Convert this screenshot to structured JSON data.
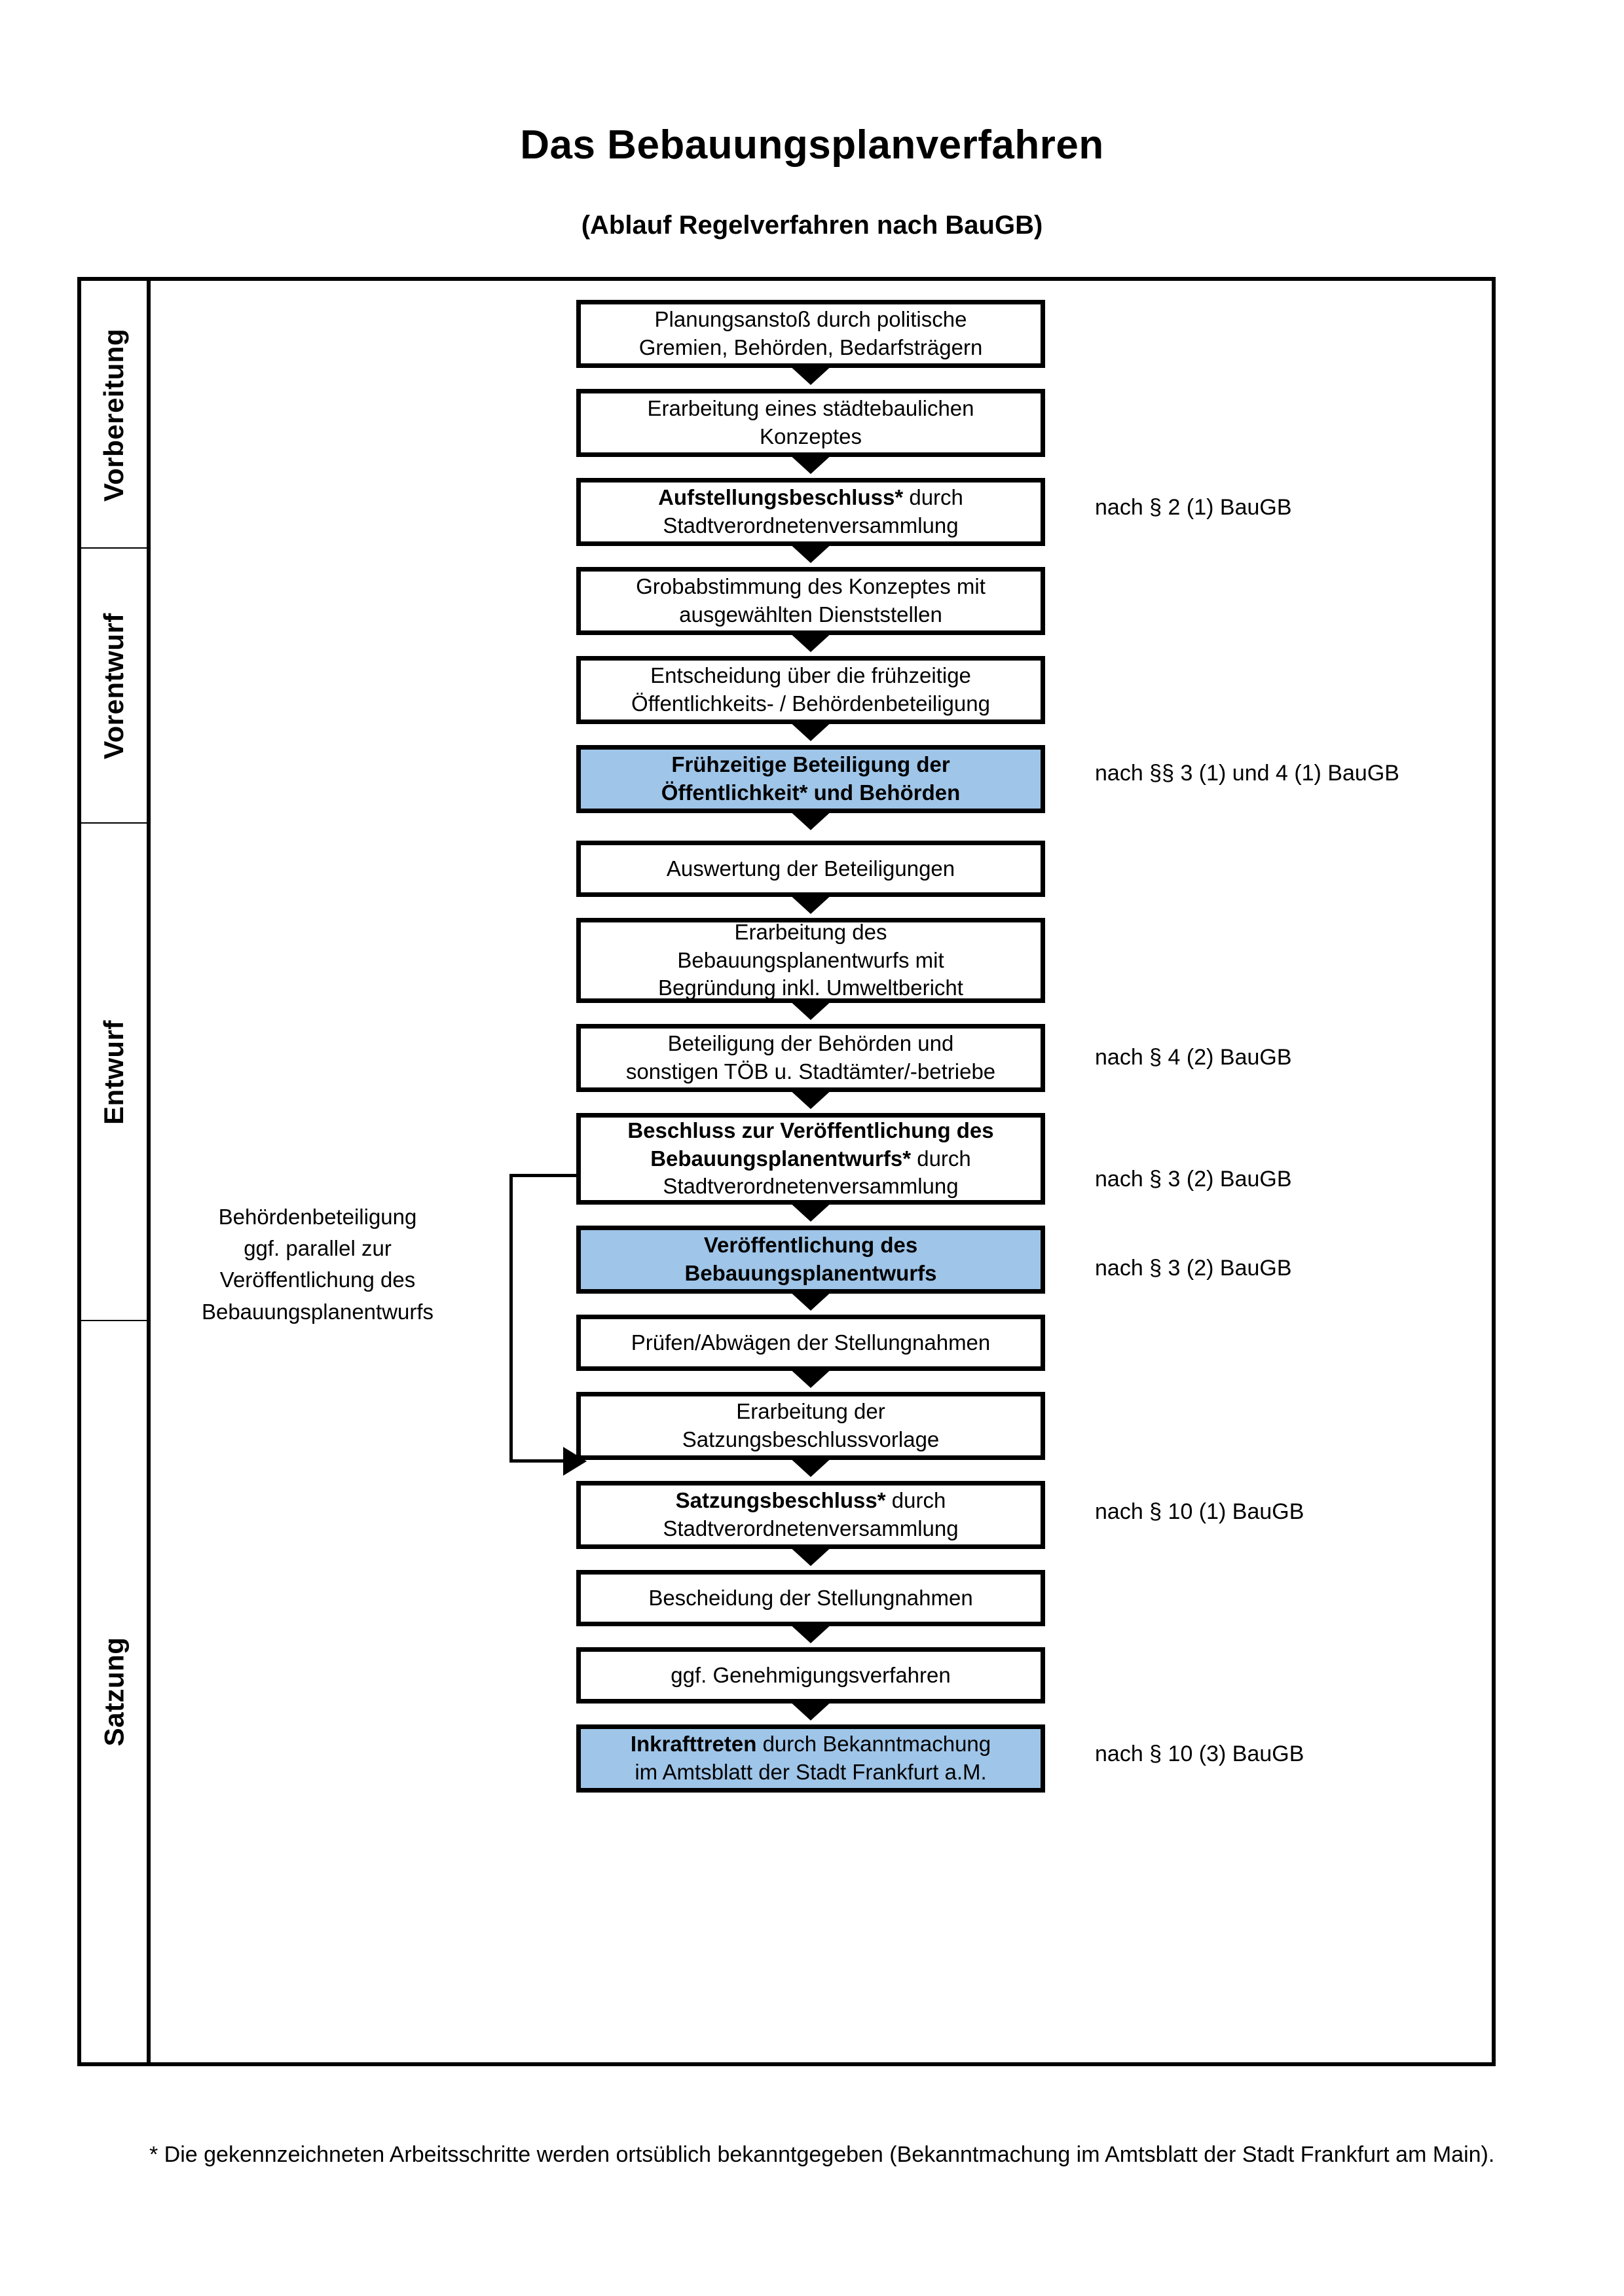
{
  "header": {
    "title": "Das Bebauungsplanverfahren",
    "subtitle": "(Ablauf Regelverfahren nach BauGB)"
  },
  "colors": {
    "highlight_box": "#9FC5E8",
    "band_vorbereitung": "#F2F2F2",
    "band_vorentwurf": "#E6E6E6",
    "band_entwurf": "#D9D9D9",
    "band_satzung": "#BFBFBF",
    "outline": "#000000"
  },
  "phases": [
    {
      "label": "Vorbereitung"
    },
    {
      "label": "Vorentwurf"
    },
    {
      "label": "Entwurf"
    },
    {
      "label": "Satzung"
    }
  ],
  "steps": [
    {
      "id": "planungsanstoss",
      "phase": "Vorbereitung",
      "highlight": false,
      "lines": [
        [
          {
            "t": "Planungsanstoß durch politische",
            "b": false
          }
        ],
        [
          {
            "t": "Gremien, Behörden, Bedarfsträgern",
            "b": false
          }
        ]
      ]
    },
    {
      "id": "staedtebauliches-konzept",
      "phase": "Vorbereitung",
      "highlight": false,
      "lines": [
        [
          {
            "t": "Erarbeitung eines städtebaulichen",
            "b": false
          }
        ],
        [
          {
            "t": "Konzeptes",
            "b": false
          }
        ]
      ]
    },
    {
      "id": "aufstellungsbeschluss",
      "phase": "Vorbereitung",
      "highlight": false,
      "lines": [
        [
          {
            "t": "Aufstellungsbeschluss*",
            "b": true
          },
          {
            "t": " durch",
            "b": false
          }
        ],
        [
          {
            "t": "Stadtverordnetenversammlung",
            "b": false
          }
        ]
      ]
    },
    {
      "id": "grobabstimmung",
      "phase": "Vorentwurf",
      "highlight": false,
      "lines": [
        [
          {
            "t": "Grobabstimmung des Konzeptes mit",
            "b": false
          }
        ],
        [
          {
            "t": "ausgewählten Dienststellen",
            "b": false
          }
        ]
      ]
    },
    {
      "id": "entscheidung-fruehzeitige-beteiligung",
      "phase": "Vorentwurf",
      "highlight": false,
      "lines": [
        [
          {
            "t": "Entscheidung über die frühzeitige",
            "b": false
          }
        ],
        [
          {
            "t": "Öffentlichkeits- / Behördenbeteiligung",
            "b": false
          }
        ]
      ]
    },
    {
      "id": "fruehzeitige-beteiligung",
      "phase": "Vorentwurf",
      "highlight": true,
      "lines": [
        [
          {
            "t": "Frühzeitige Beteiligung der",
            "b": true
          }
        ],
        [
          {
            "t": "Öffentlichkeit* und Behörden",
            "b": true
          }
        ]
      ]
    },
    {
      "id": "auswertung-beteiligungen",
      "phase": "Entwurf",
      "highlight": false,
      "lines": [
        [
          {
            "t": "Auswertung der Beteiligungen",
            "b": false
          }
        ]
      ]
    },
    {
      "id": "erarbeitung-bebauungsplanentwurf",
      "phase": "Entwurf",
      "highlight": false,
      "lines": [
        [
          {
            "t": "Erarbeitung des",
            "b": false
          }
        ],
        [
          {
            "t": "Bebauungsplanentwurfs mit",
            "b": false
          }
        ],
        [
          {
            "t": "Begründung inkl. Umweltbericht",
            "b": false
          }
        ]
      ]
    },
    {
      "id": "beteiligung-behoerden-toeb",
      "phase": "Entwurf",
      "highlight": false,
      "lines": [
        [
          {
            "t": "Beteiligung der Behörden und",
            "b": false
          }
        ],
        [
          {
            "t": "sonstigen TÖB u. Stadtämter/-betriebe",
            "b": false
          }
        ]
      ]
    },
    {
      "id": "beschluss-veroeffentlichung",
      "phase": "Entwurf",
      "highlight": false,
      "lines": [
        [
          {
            "t": "Beschluss zur Veröffentlichung des",
            "b": true
          }
        ],
        [
          {
            "t": "Bebauungsplanentwurfs*",
            "b": true
          },
          {
            "t": " durch",
            "b": false
          }
        ],
        [
          {
            "t": "Stadtverordnetenversammlung",
            "b": false
          }
        ]
      ]
    },
    {
      "id": "veroeffentlichung-bebauungsplanentwurf",
      "phase": "Entwurf",
      "highlight": true,
      "lines": [
        [
          {
            "t": "Veröffentlichung des",
            "b": true
          }
        ],
        [
          {
            "t": "Bebauungsplanentwurfs",
            "b": true
          }
        ]
      ]
    },
    {
      "id": "pruefen-abwaegen",
      "phase": "Satzung",
      "highlight": false,
      "lines": [
        [
          {
            "t": "Prüfen/Abwägen der Stellungnahmen",
            "b": false
          }
        ]
      ]
    },
    {
      "id": "erarbeitung-satzungsbeschlussvorlage",
      "phase": "Satzung",
      "highlight": false,
      "lines": [
        [
          {
            "t": "Erarbeitung der",
            "b": false
          }
        ],
        [
          {
            "t": "Satzungsbeschlussvorlage",
            "b": false
          }
        ]
      ]
    },
    {
      "id": "satzungsbeschluss",
      "phase": "Satzung",
      "highlight": false,
      "lines": [
        [
          {
            "t": "Satzungsbeschluss*",
            "b": true
          },
          {
            "t": " durch",
            "b": false
          }
        ],
        [
          {
            "t": "Stadtverordnetenversammlung",
            "b": false
          }
        ]
      ]
    },
    {
      "id": "bescheidung-stellungnahmen",
      "phase": "Satzung",
      "highlight": false,
      "lines": [
        [
          {
            "t": "Bescheidung der Stellungnahmen",
            "b": false
          }
        ]
      ]
    },
    {
      "id": "genehmigungsverfahren",
      "phase": "Satzung",
      "highlight": false,
      "lines": [
        [
          {
            "t": "ggf. Genehmigungsverfahren",
            "b": false
          }
        ]
      ]
    },
    {
      "id": "inkrafttreten",
      "phase": "Satzung",
      "highlight": true,
      "lines": [
        [
          {
            "t": "Inkrafttreten",
            "b": true
          },
          {
            "t": " durch Bekanntmachung",
            "b": false
          }
        ],
        [
          {
            "t": "im Amtsblatt der Stadt Frankfurt a.M.",
            "b": false
          }
        ]
      ]
    }
  ],
  "legal_references": [
    {
      "id": "ref-2-1",
      "text": "nach § 2 (1) BauGB"
    },
    {
      "id": "ref-3-1-4-1",
      "text": "nach §§ 3 (1) und 4 (1) BauGB"
    },
    {
      "id": "ref-4-2",
      "text": "nach § 4 (2) BauGB"
    },
    {
      "id": "ref-3-2-a",
      "text": "nach § 3 (2) BauGB"
    },
    {
      "id": "ref-3-2-b",
      "text": "nach § 3 (2) BauGB"
    },
    {
      "id": "ref-10-1",
      "text": "nach § 10 (1) BauGB"
    },
    {
      "id": "ref-10-3",
      "text": "nach § 10 (3) BauGB"
    }
  ],
  "side_note": {
    "lines": [
      "Behördenbeteiligung",
      "ggf. parallel zur",
      "Veröffentlichung des",
      "Bebauungsplanentwurfs"
    ]
  },
  "footnote": {
    "text": "* Die gekennzeichneten Arbeitsschritte werden ortsüblich bekanntgegeben (Bekanntmachung im Amtsblatt  der Stadt Frankfurt am Main)."
  }
}
